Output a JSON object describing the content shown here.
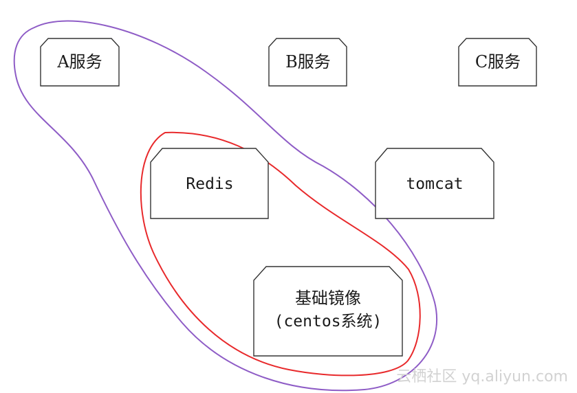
{
  "diagram": {
    "service_boxes": [
      {
        "id": "service-a",
        "label": "A服务"
      },
      {
        "id": "service-b",
        "label": "B服务"
      },
      {
        "id": "service-c",
        "label": "C服务"
      }
    ],
    "component_boxes": [
      {
        "id": "redis",
        "label": "Redis"
      },
      {
        "id": "tomcat",
        "label": "tomcat"
      }
    ],
    "base_image": {
      "line1": "基础镜像",
      "line2": "(centos系统)"
    },
    "outline_colors": {
      "purple_group": "#8e5cc6",
      "red_group": "#e8292b",
      "box_stroke": "#333333"
    }
  },
  "watermark": {
    "text": "云栖社区 yq.aliyun.com"
  }
}
